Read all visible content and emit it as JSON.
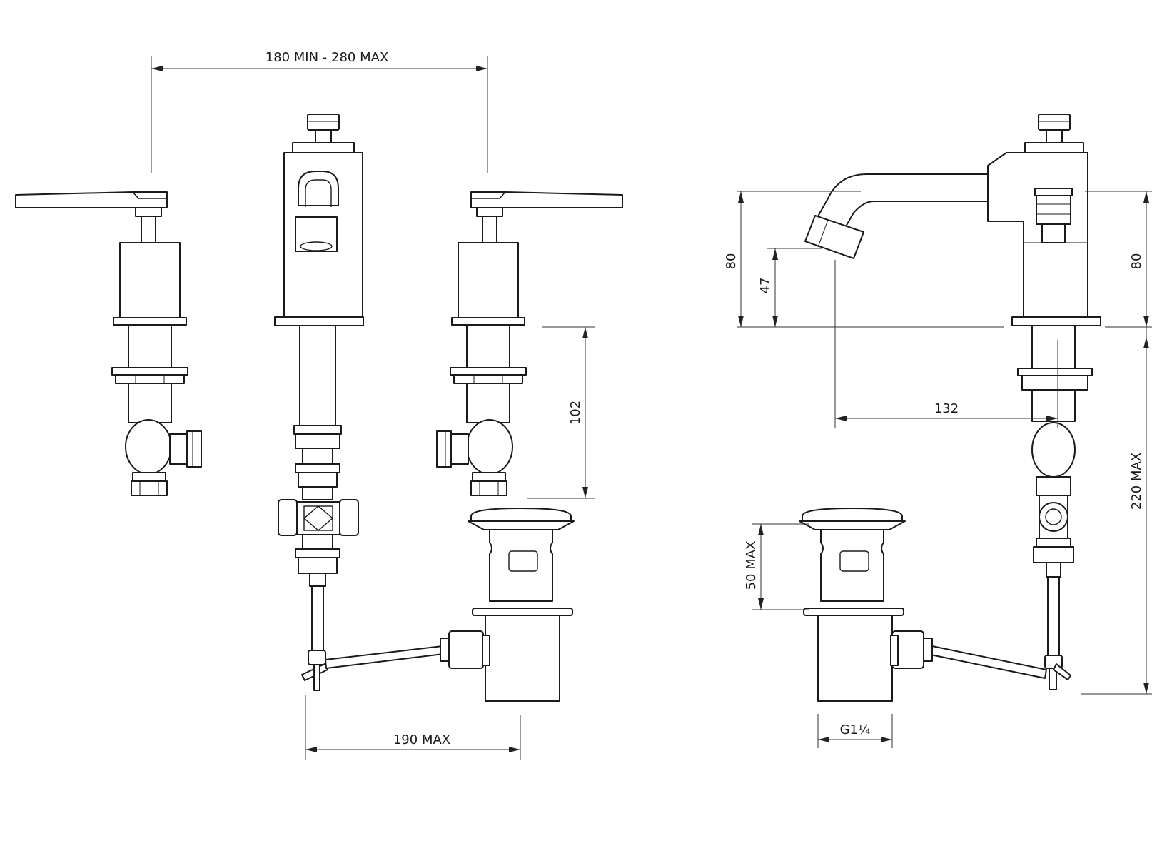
{
  "labels": {
    "width_range": "180 MIN - 280 MAX",
    "valve_height": "102",
    "pop_up_reach": "190 MAX",
    "spout_height_left": "80",
    "outlet_height": "47",
    "spout_reach": "132",
    "spout_height_right": "80",
    "under_deck_max": "220 MAX",
    "waste_adjust": "50 MAX",
    "waste_thread": "G1¼"
  },
  "colors": {
    "line": "#1a1a1a",
    "background": "#ffffff"
  }
}
